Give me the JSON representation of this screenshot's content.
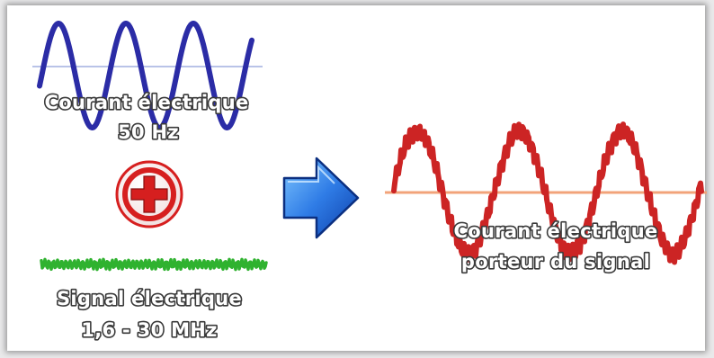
{
  "diagram": {
    "input_power": {
      "label_line1": "Courant électrique",
      "label_line2": "50 Hz",
      "color": "#2b2ca6"
    },
    "plus_symbol": {
      "icon": "plus-circle-icon",
      "ring_color": "#d61f1f"
    },
    "input_signal": {
      "label_line1": "Signal électrique",
      "label_line2": "1,6 - 30 MHz",
      "color": "#2fb22f"
    },
    "arrow": {
      "icon": "arrow-right-icon",
      "color": "#1f5ad0"
    },
    "output": {
      "label_line1": "Courant électrique",
      "label_line2": "porteur du signal",
      "color": "#cc2424",
      "baseline_color": "#f2a37a"
    }
  }
}
